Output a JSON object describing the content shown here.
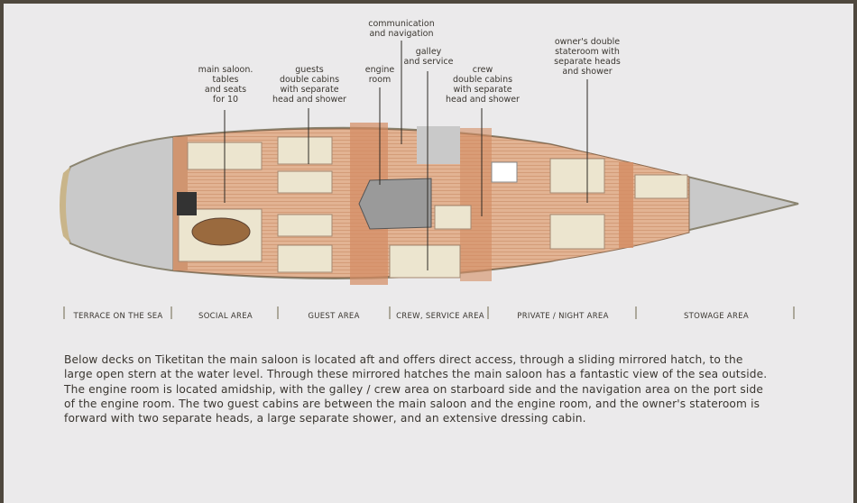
{
  "callouts": {
    "main_saloon": "main saloon.\ntables\nand seats\nfor 10",
    "guests": "guests\ndouble cabins\nwith separate\nhead and shower",
    "engine": "engine\nroom",
    "communication": "communication\nand navigation",
    "galley": "galley\nand service",
    "crew": "crew\ndouble cabins\nwith separate\nhead and shower",
    "owner": "owner's double\nstateroom with\nseparate heads\nand shower"
  },
  "areas": [
    "TERRACE ON THE SEA",
    "SOCIAL AREA",
    "GUEST AREA",
    "CREW, SERVICE AREA",
    "PRIVATE / NIGHT AREA",
    "STOWAGE AREA"
  ],
  "description": "Below decks on Tiketitan the main saloon is located aft and offers direct access, through a sliding mirrored hatch, to the large open stern at the water level. Through these mirrored hatches the main saloon has a fantastic view of the sea outside. The engine room is located amidship, with the galley / crew area on starboard side and the navigation area on the port side of the engine room. The two guest cabins are between the main saloon and the engine room, and the owner's stateroom is forward with two separate heads, a large separate shower, and an extensive dressing cabin.",
  "colors": {
    "wood": "#d99a72",
    "deck": "#e8bfa0",
    "hull": "#cfcfcf",
    "cream": "#ece5cf",
    "line": "#7a7260"
  }
}
